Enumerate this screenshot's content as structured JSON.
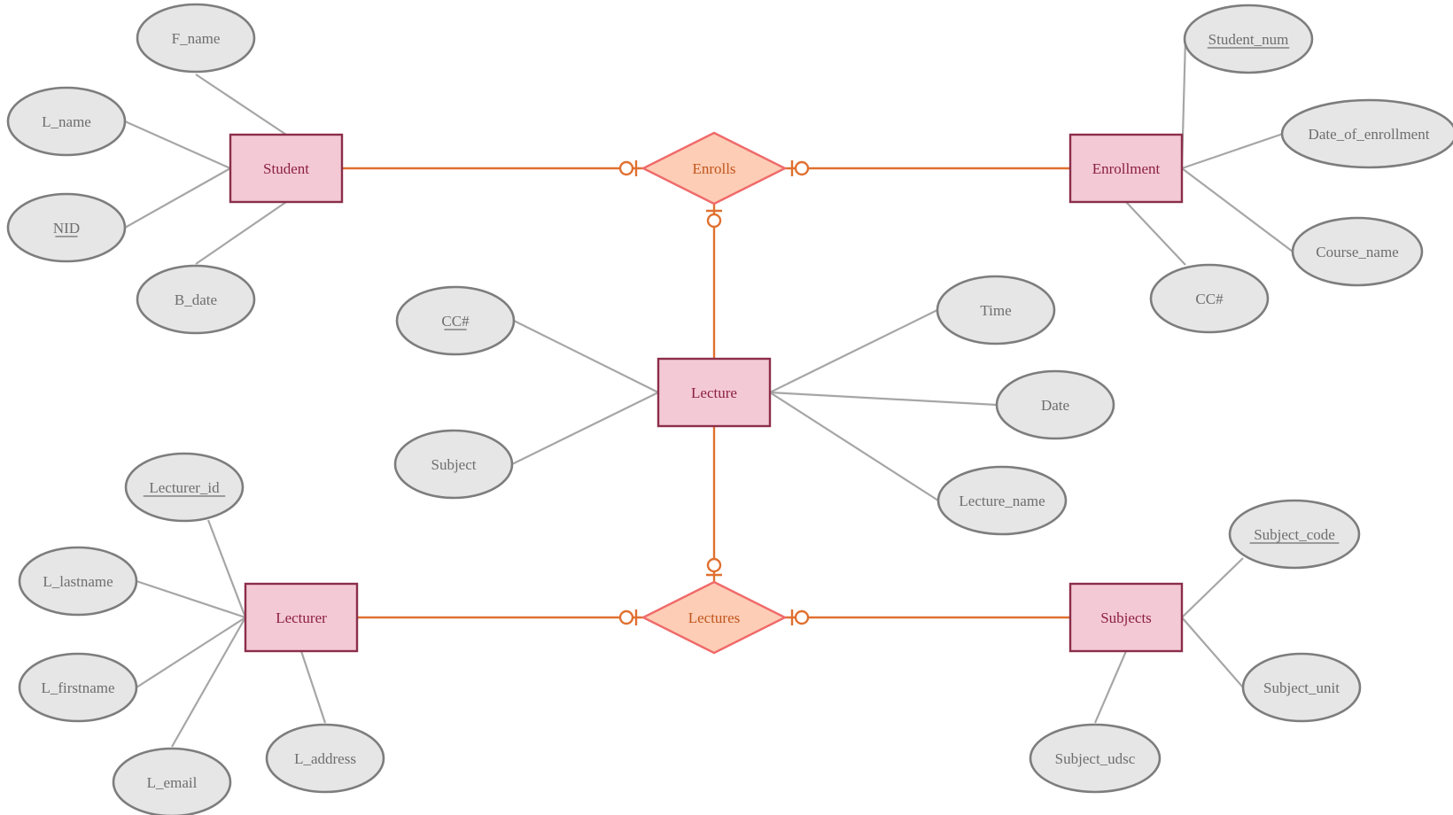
{
  "entities": [
    {
      "id": "student",
      "label": "Student"
    },
    {
      "id": "enrollment",
      "label": "Enrollment"
    },
    {
      "id": "lecture",
      "label": "Lecture"
    },
    {
      "id": "lecturer",
      "label": "Lecturer"
    },
    {
      "id": "subjects",
      "label": "Subjects"
    }
  ],
  "relationships": [
    {
      "id": "enrolls",
      "label": "Enrolls",
      "connects": [
        "student",
        "enrollment",
        "lecture"
      ],
      "cardinality": "zero-or-one"
    },
    {
      "id": "lectures",
      "label": "Lectures",
      "connects": [
        "lecturer",
        "subjects",
        "lecture"
      ],
      "cardinality": "zero-or-one"
    }
  ],
  "attributes": [
    {
      "id": "student-f-name",
      "label": "F_name",
      "entity": "student",
      "key": false
    },
    {
      "id": "student-l-name",
      "label": "L_name",
      "entity": "student",
      "key": false
    },
    {
      "id": "student-nid",
      "label": "NID",
      "entity": "student",
      "key": true
    },
    {
      "id": "student-b-date",
      "label": "B_date",
      "entity": "student",
      "key": false
    },
    {
      "id": "enrollment-student-num",
      "label": "Student_num",
      "entity": "enrollment",
      "key": true
    },
    {
      "id": "enrollment-date-of-enrollment",
      "label": "Date_of_enrollment",
      "entity": "enrollment",
      "key": false
    },
    {
      "id": "enrollment-course-name",
      "label": "Course_name",
      "entity": "enrollment",
      "key": false
    },
    {
      "id": "enrollment-cc",
      "label": "CC#",
      "entity": "enrollment",
      "key": false
    },
    {
      "id": "lecture-cc",
      "label": "CC#",
      "entity": "lecture",
      "key": true
    },
    {
      "id": "lecture-subject",
      "label": "Subject",
      "entity": "lecture",
      "key": false
    },
    {
      "id": "lecture-time",
      "label": "Time",
      "entity": "lecture",
      "key": false
    },
    {
      "id": "lecture-date",
      "label": "Date",
      "entity": "lecture",
      "key": false
    },
    {
      "id": "lecture-lecture-name",
      "label": "Lecture_name",
      "entity": "lecture",
      "key": false
    },
    {
      "id": "lecturer-lecturer-id",
      "label": "Lecturer_id",
      "entity": "lecturer",
      "key": true
    },
    {
      "id": "lecturer-l-lastname",
      "label": "L_lastname",
      "entity": "lecturer",
      "key": false
    },
    {
      "id": "lecturer-l-firstname",
      "label": "L_firstname",
      "entity": "lecturer",
      "key": false
    },
    {
      "id": "lecturer-l-email",
      "label": "L_email",
      "entity": "lecturer",
      "key": false
    },
    {
      "id": "lecturer-l-address",
      "label": "L_address",
      "entity": "lecturer",
      "key": false
    },
    {
      "id": "subjects-subject-code",
      "label": "Subject_code",
      "entity": "subjects",
      "key": true
    },
    {
      "id": "subjects-subject-unit",
      "label": "Subject_unit",
      "entity": "subjects",
      "key": false
    },
    {
      "id": "subjects-subject-udsc",
      "label": "Subject_udsc",
      "entity": "subjects",
      "key": false
    }
  ],
  "colors": {
    "entity_fill": "#f4c9d6",
    "entity_stroke": "#8b2e4a",
    "relationship_fill": "#fdcdb5",
    "relationship_stroke": "#f06a6a",
    "attribute_fill": "#e6e6e6",
    "attribute_stroke": "#7d7d7d",
    "connector": "#e07030",
    "attribute_link": "#a6a6a6"
  }
}
